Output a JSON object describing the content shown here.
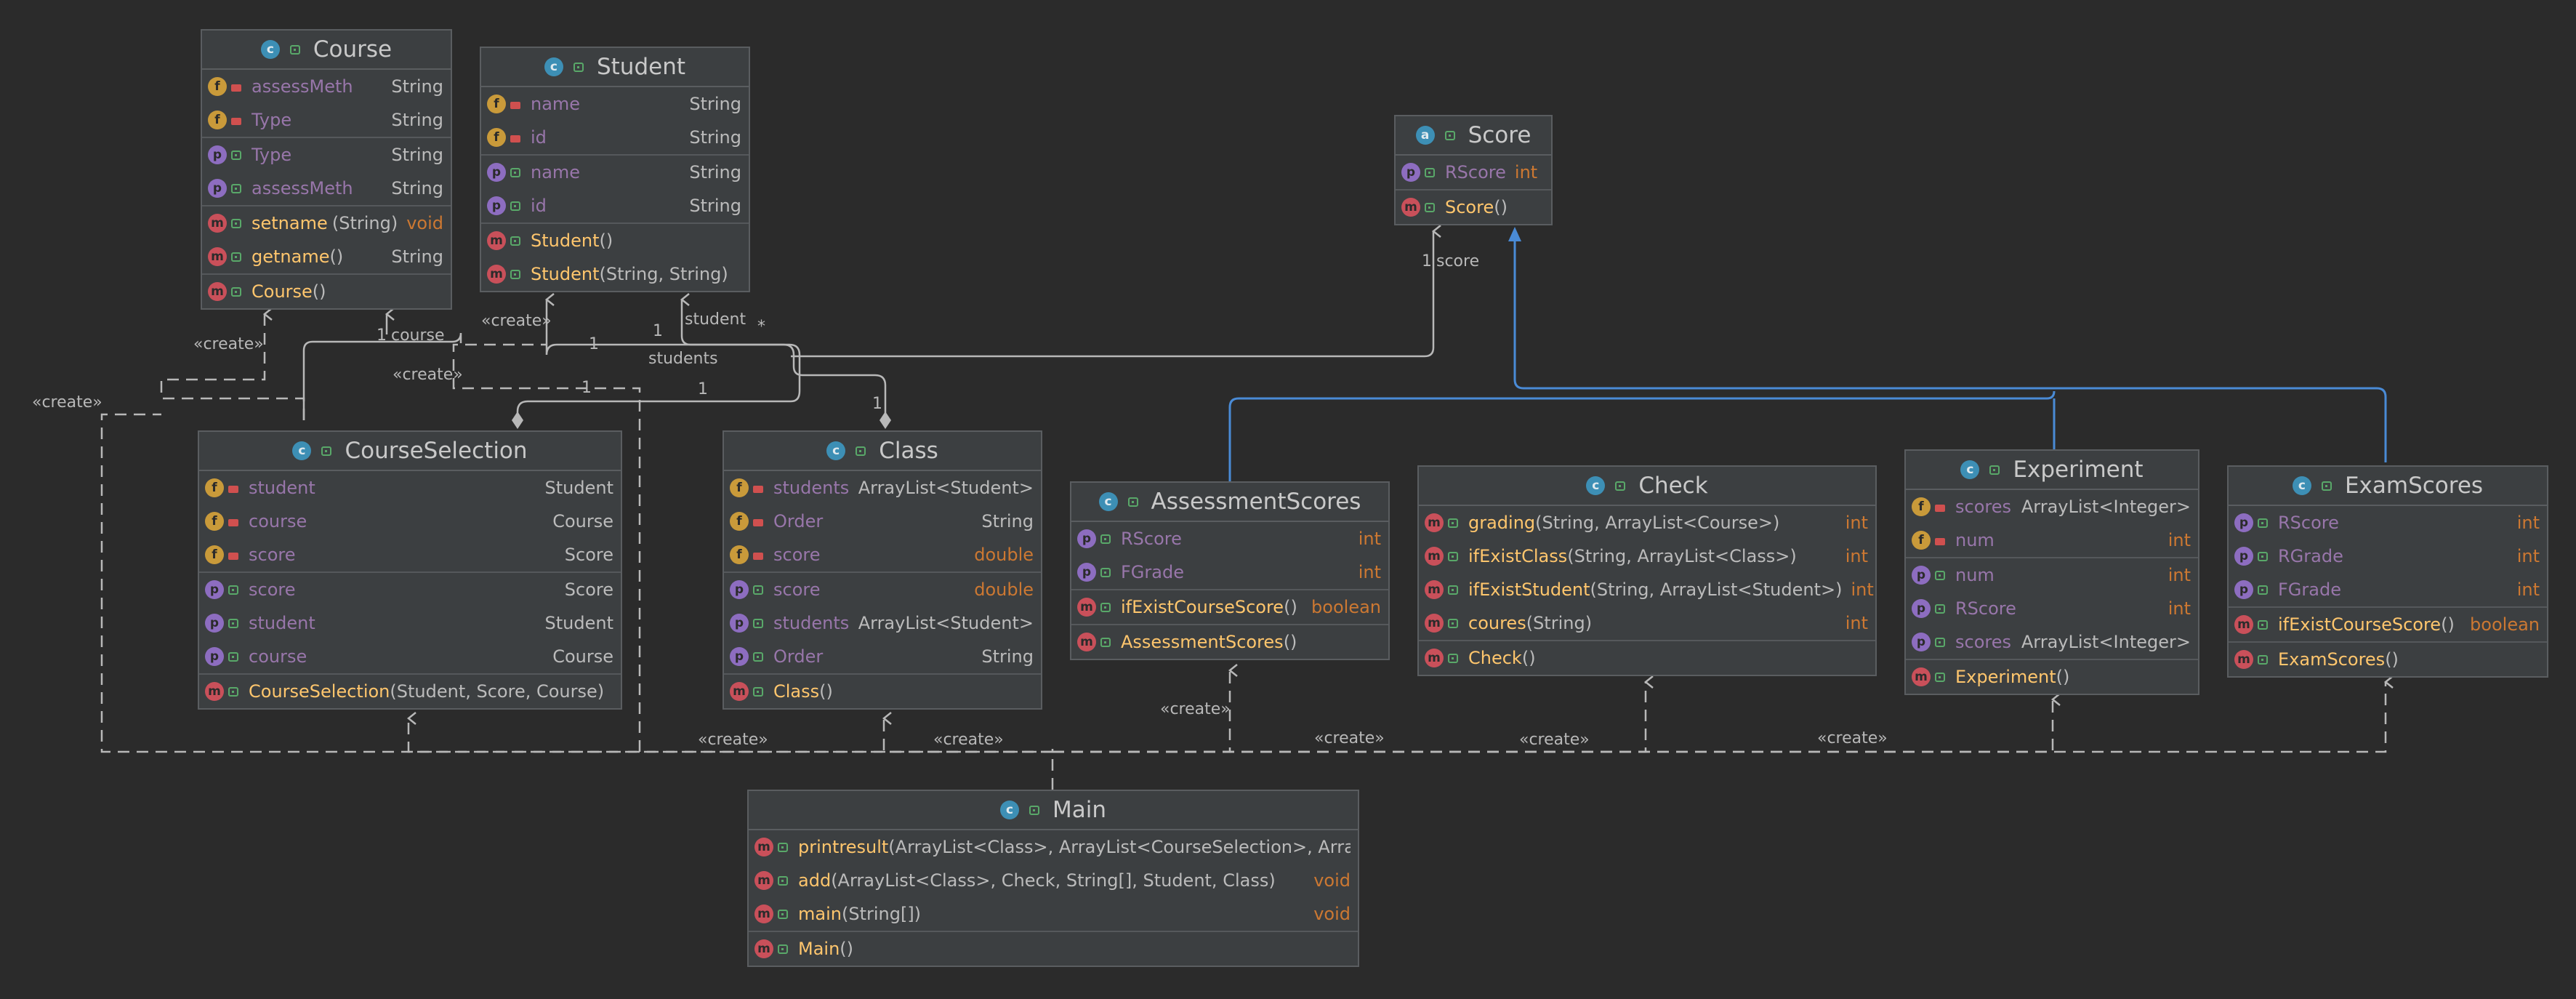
{
  "colors": {
    "background": "#2b2b2b",
    "box": "#3c3f41",
    "field_name": "#9876aa",
    "method_name": "#ffc66d",
    "keyword_type": "#cc7832",
    "inheritance_line": "#4a8bd6"
  },
  "icons": {
    "class": "class-c-icon",
    "field": "field-f-icon",
    "property": "property-p-icon",
    "method": "method-m-icon",
    "private": "private-lock-icon",
    "public": "public-visibility-icon"
  },
  "classes": {
    "course": {
      "title": "Course",
      "fields": [
        {
          "name": "assessMeth",
          "type": "String"
        },
        {
          "name": "Type",
          "type": "String"
        }
      ],
      "props": [
        {
          "name": "Type",
          "type": "String"
        },
        {
          "name": "assessMeth",
          "type": "String"
        }
      ],
      "methods": [
        {
          "name": "setname",
          "params": "(String)",
          "type": "void"
        },
        {
          "name": "getname",
          "params": "()",
          "type": "String"
        },
        {
          "name": "Course",
          "params": "()",
          "type": ""
        }
      ]
    },
    "student": {
      "title": "Student",
      "fields": [
        {
          "name": "name",
          "type": "String"
        },
        {
          "name": "id",
          "type": "String"
        }
      ],
      "props": [
        {
          "name": "name",
          "type": "String"
        },
        {
          "name": "id",
          "type": "String"
        }
      ],
      "methods": [
        {
          "name": "Student",
          "params": "()",
          "type": ""
        },
        {
          "name": "Student",
          "params": "(String, String)",
          "type": ""
        }
      ]
    },
    "score": {
      "title": "Score",
      "props": [
        {
          "name": "RScore",
          "type": "int"
        }
      ],
      "methods": [
        {
          "name": "Score",
          "params": "()",
          "type": ""
        }
      ]
    },
    "courseselection": {
      "title": "CourseSelection",
      "fields": [
        {
          "name": "student",
          "type": "Student"
        },
        {
          "name": "course",
          "type": "Course"
        },
        {
          "name": "score",
          "type": "Score"
        }
      ],
      "props": [
        {
          "name": "score",
          "type": "Score"
        },
        {
          "name": "student",
          "type": "Student"
        },
        {
          "name": "course",
          "type": "Course"
        }
      ],
      "methods": [
        {
          "name": "CourseSelection",
          "params": " (Student, Score, Course)",
          "type": ""
        }
      ]
    },
    "class": {
      "title": "Class",
      "fields": [
        {
          "name": "students",
          "type": "ArrayList<Student>"
        },
        {
          "name": "Order",
          "type": "String"
        },
        {
          "name": "score",
          "type": "double"
        }
      ],
      "props": [
        {
          "name": "score",
          "type": "double"
        },
        {
          "name": "students",
          "type": "ArrayList<Student>"
        },
        {
          "name": "Order",
          "type": "String"
        }
      ],
      "methods": [
        {
          "name": "Class",
          "params": "()",
          "type": ""
        }
      ]
    },
    "assessmentscores": {
      "title": "AssessmentScores",
      "props": [
        {
          "name": "RScore",
          "type": "int"
        },
        {
          "name": "FGrade",
          "type": "int"
        }
      ],
      "methods": [
        {
          "name": "ifExistCourseScore",
          "params": " ()",
          "type": "boolean"
        },
        {
          "name": "AssessmentScores",
          "params": " ()",
          "type": ""
        }
      ]
    },
    "check": {
      "title": "Check",
      "methods": [
        {
          "name": "grading",
          "params": "(String, ArrayList<Course>)",
          "type": "int"
        },
        {
          "name": "ifExistClass",
          "params": "(String, ArrayList<Class>)",
          "type": "int"
        },
        {
          "name": "ifExistStudent",
          "params": "(String, ArrayList<Student>)",
          "type": "int"
        },
        {
          "name": "coures",
          "params": "(String)",
          "type": "int"
        },
        {
          "name": "Check",
          "params": "()",
          "type": ""
        }
      ]
    },
    "experiment": {
      "title": "Experiment",
      "fields": [
        {
          "name": "scores",
          "type": "ArrayList<Integer>"
        },
        {
          "name": "num",
          "type": "int"
        }
      ],
      "props": [
        {
          "name": "num",
          "type": "int"
        },
        {
          "name": "RScore",
          "type": "int"
        },
        {
          "name": "scores",
          "type": "ArrayList<Integer>"
        }
      ],
      "methods": [
        {
          "name": "Experiment",
          "params": " ()",
          "type": ""
        }
      ]
    },
    "examscores": {
      "title": "ExamScores",
      "props": [
        {
          "name": "RScore",
          "type": "int"
        },
        {
          "name": "RGrade",
          "type": "int"
        },
        {
          "name": "FGrade",
          "type": "int"
        }
      ],
      "methods": [
        {
          "name": "ifExistCourseScore",
          "params": " ()",
          "type": "boolean"
        },
        {
          "name": "ExamScores",
          "params": " ()",
          "type": ""
        }
      ]
    },
    "main": {
      "title": "Main",
      "methods": [
        {
          "name": "printresult",
          "params": "(ArrayList<Class>, ArrayList<CourseSelection>, ArrayLi",
          "type": ""
        },
        {
          "name": "add",
          "params": "(ArrayList<Class>, Check, String[], Student, Class)",
          "type": "void"
        },
        {
          "name": "main",
          "params": "(String[])",
          "type": "void"
        },
        {
          "name": "Main",
          "params": "()",
          "type": ""
        }
      ]
    }
  },
  "labels": {
    "create": "«create»",
    "one": "1",
    "star": "*",
    "score": "score",
    "course": "course",
    "student": "student",
    "students": "students"
  }
}
